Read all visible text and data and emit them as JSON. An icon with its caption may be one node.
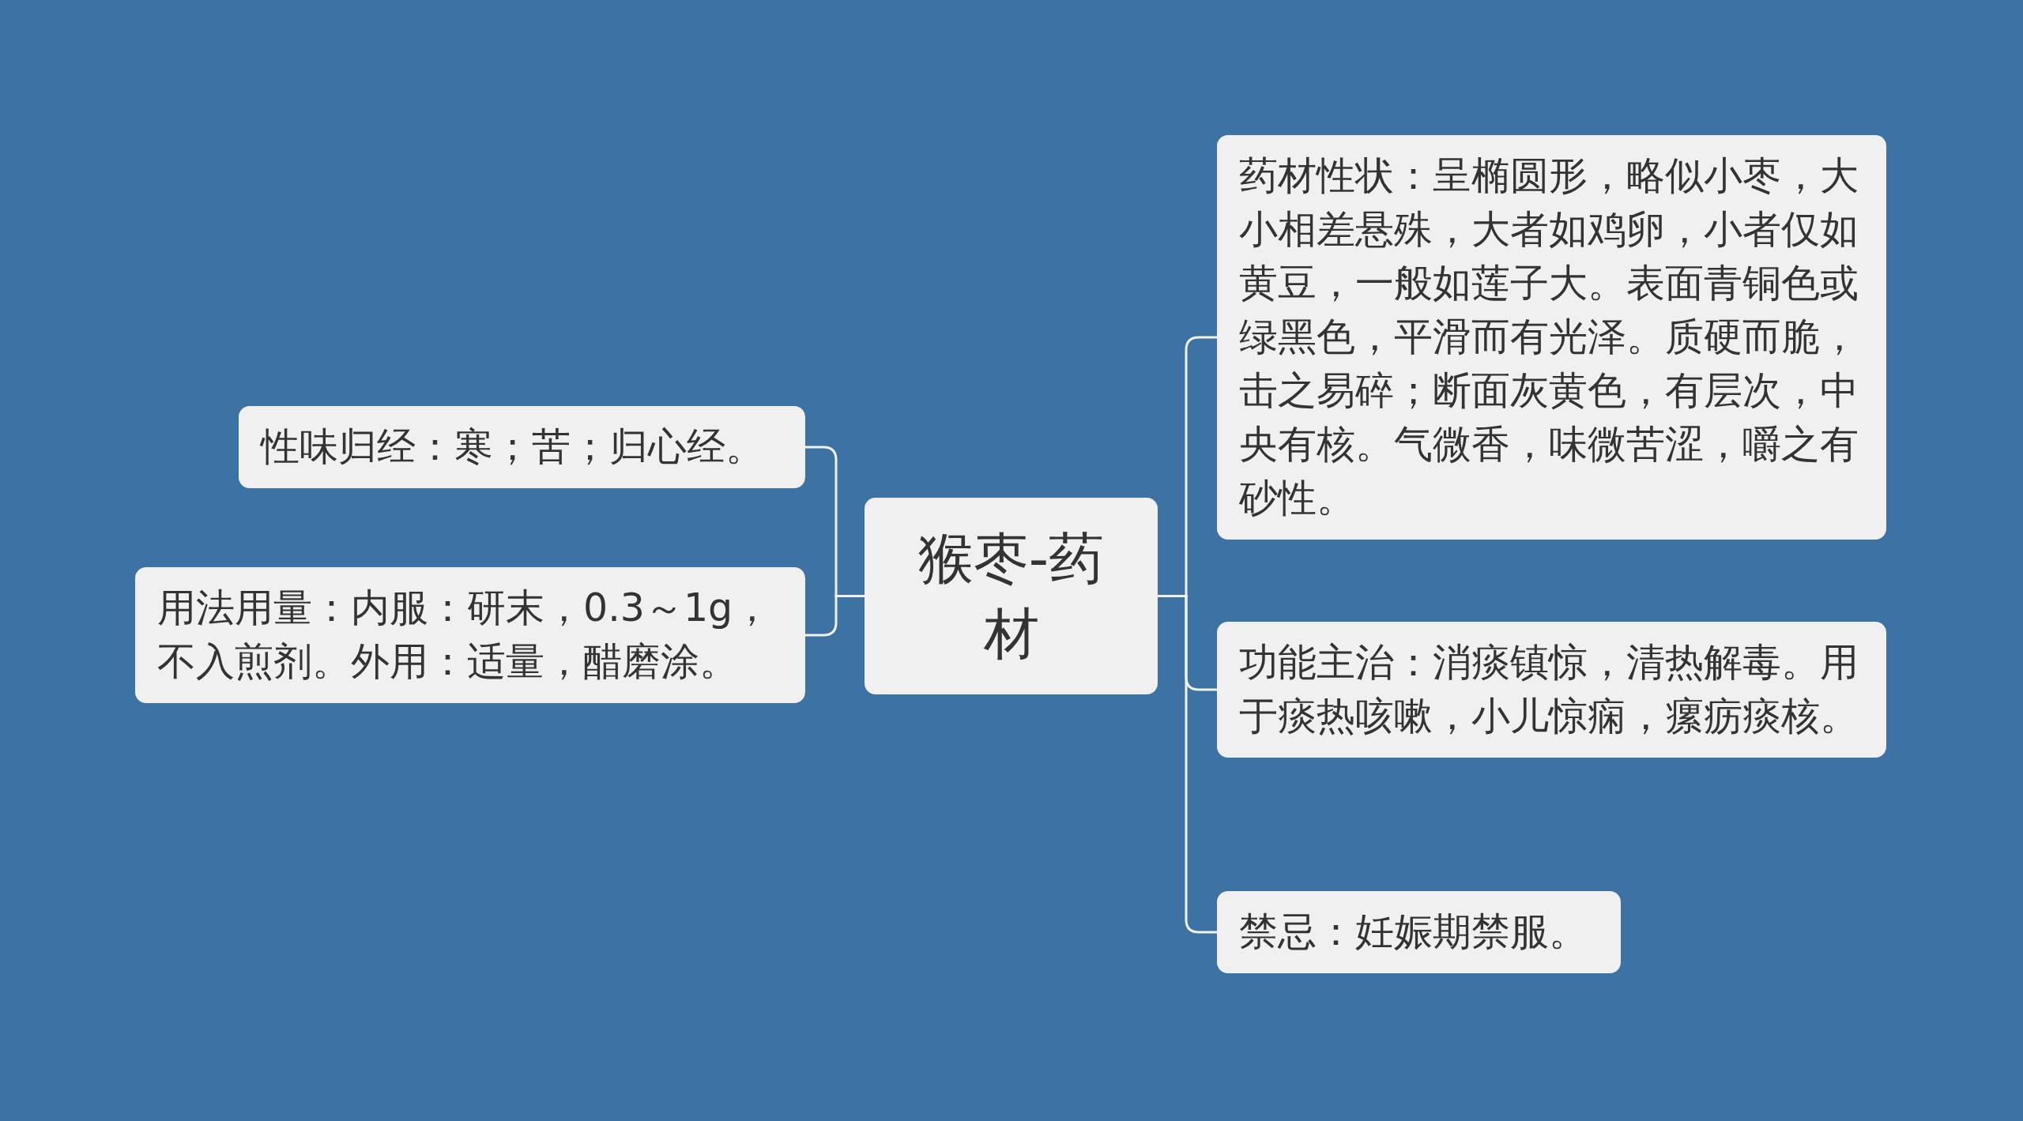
{
  "diagram": {
    "nodes": [
      {
        "text": [
          "猴枣-药材"
        ]
      },
      {
        "text": [
          "性味归经：寒；苦；归心经。"
        ]
      },
      {
        "text": [
          "用法用量：内服：研末，0.3～1g，不入煎剂。外用：适量，醋磨涂。"
        ]
      },
      {
        "text": [
          "药材性状：呈椭圆形，略似小枣，大小相差悬殊，大者如鸡卵，小者仅如黄豆，一般如莲子大。表面青铜色或绿黑色，平滑而有光泽。质硬而脆，击之易碎；断面灰黄色，有层次，中央有核。气微香，味微苦涩，嚼之有砂性。"
        ]
      },
      {
        "text": [
          "功能主治：消痰镇惊，清热解毒。用于痰热咳嗽，小儿惊痫，瘰疬痰核。"
        ]
      },
      {
        "text": [
          "禁忌：妊娠期禁服。"
        ]
      }
    ],
    "edges": [
      {
        "from": 0,
        "to": 1,
        "arrow": "none"
      },
      {
        "from": 0,
        "to": 2,
        "arrow": "none"
      },
      {
        "from": 0,
        "to": 3,
        "arrow": "none"
      },
      {
        "from": 0,
        "to": 4,
        "arrow": "none"
      },
      {
        "from": 0,
        "to": 5,
        "arrow": "none"
      }
    ]
  }
}
